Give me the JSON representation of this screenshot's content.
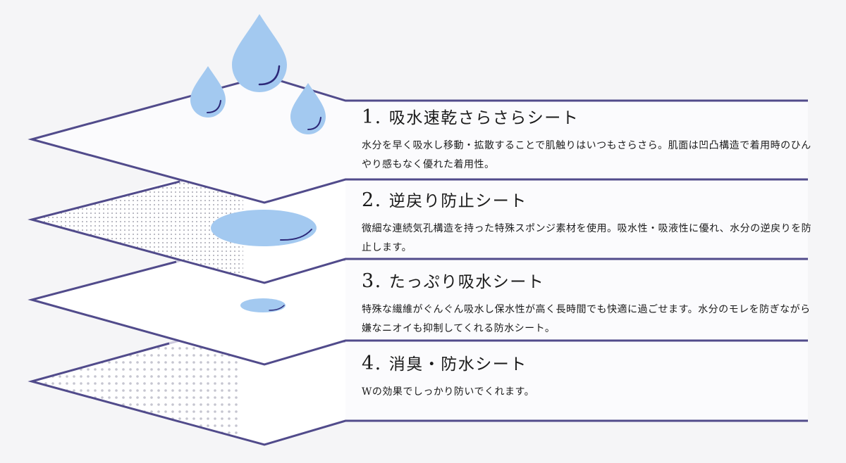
{
  "colors": {
    "background": "#f5f5f7",
    "panel_fill": "#fbfbfd",
    "layer_stroke": "#514b8b",
    "back_edge": "#cdcade",
    "dot_fill": "#b9b9c4",
    "drop_fill": "#a3c9f0",
    "drop_highlight": "#2c2878"
  },
  "icons": {
    "water_drop": "water-drop-icon",
    "water_puddle": "water-puddle-icon"
  },
  "layers": [
    {
      "number": "1.",
      "title": "吸水速乾さらさらシート",
      "description": "水分を早く吸水し移動・拡散することで肌触りはいつもさらさら。肌面は凹凸構造で着用時のひんやり感もなく優れた着用性。"
    },
    {
      "number": "2.",
      "title": "逆戻り防止シート",
      "description": "微細な連続気孔構造を持った特殊スポンジ素材を使用。吸水性・吸液性に優れ、水分の逆戻りを防止します。"
    },
    {
      "number": "3.",
      "title": "たっぷり吸水シート",
      "description": "特殊な繊維がぐんぐん吸水し保水性が高く長時間でも快適に過ごせます。水分のモレを防ぎながら嫌なニオイも抑制してくれる防水シート。"
    },
    {
      "number": "4.",
      "title": "消臭・防水シート",
      "description": "Wの効果でしっかり防いでくれます。"
    }
  ]
}
